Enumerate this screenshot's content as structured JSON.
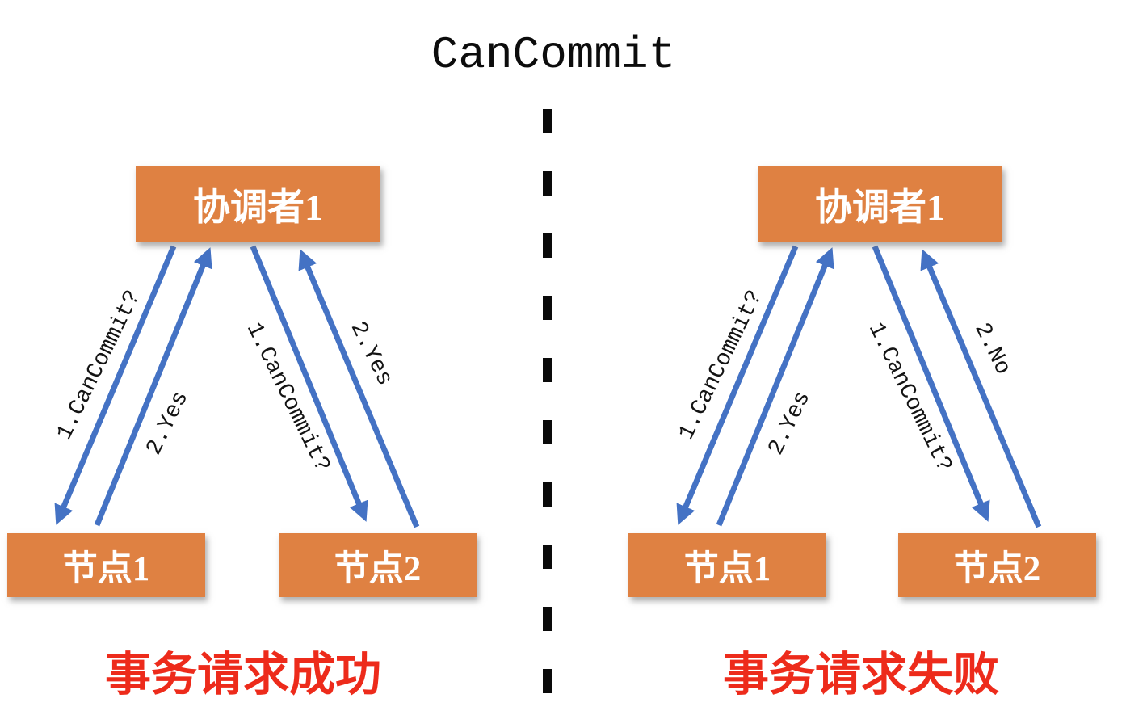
{
  "title": "CanCommit",
  "colors": {
    "box_fill": "#DF8142",
    "arrow": "#4472C4",
    "caption": "#ED2B1B",
    "divider": "#0a0a0a"
  },
  "panels": {
    "left": {
      "coordinator": "协调者1",
      "node1": "节点1",
      "node2": "节点2",
      "caption": "事务请求成功",
      "messages": {
        "node1_request": "1.CanCommit?",
        "node1_reply": "2.Yes",
        "node2_request": "1.CanCommit?",
        "node2_reply": "2.Yes"
      }
    },
    "right": {
      "coordinator": "协调者1",
      "node1": "节点1",
      "node2": "节点2",
      "caption": "事务请求失败",
      "messages": {
        "node1_request": "1.CanCommit?",
        "node1_reply": "2.Yes",
        "node2_request": "1.CanCommit?",
        "node2_reply": "2.No"
      }
    }
  }
}
